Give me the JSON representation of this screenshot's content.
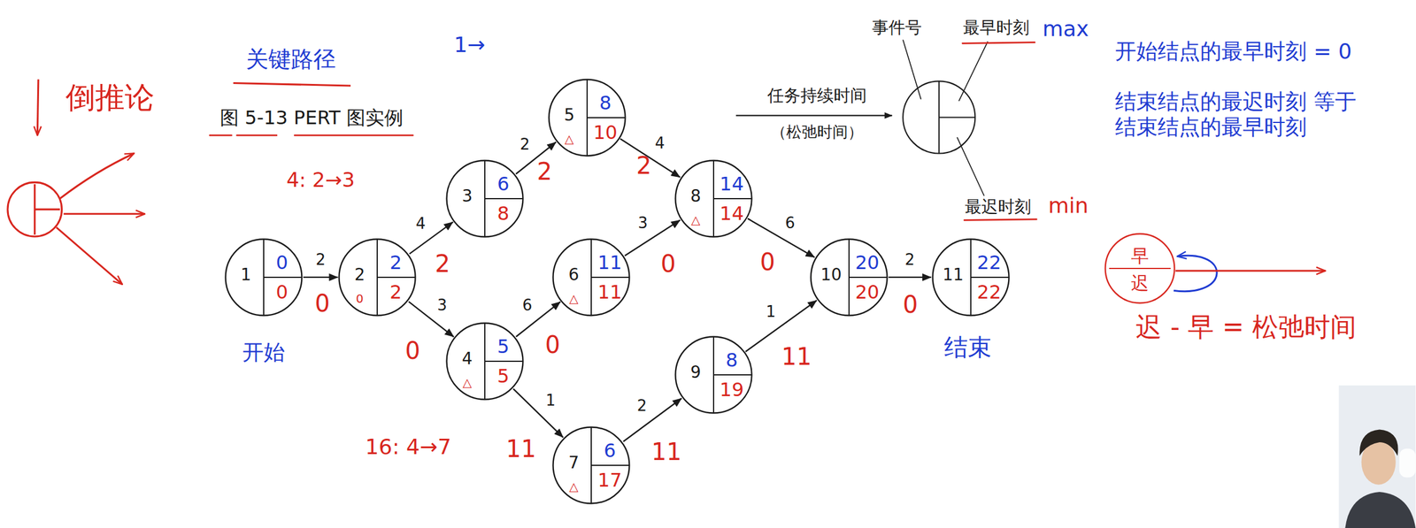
{
  "diagram": {
    "title": "图 5-13 PERT 图实例",
    "nodes": [
      {
        "text": [
          "1",
          "0",
          "0"
        ]
      },
      {
        "text": [
          "2",
          "2",
          "2",
          "0"
        ]
      },
      {
        "text": [
          "3",
          "6",
          "8"
        ]
      },
      {
        "text": [
          "4",
          "5",
          "5",
          "△"
        ]
      },
      {
        "text": [
          "5",
          "8",
          "10",
          "△"
        ]
      },
      {
        "text": [
          "6",
          "11",
          "11",
          "△"
        ]
      },
      {
        "text": [
          "7",
          "6",
          "17",
          "△"
        ]
      },
      {
        "text": [
          "8",
          "14",
          "14",
          "△"
        ]
      },
      {
        "text": [
          "9",
          "8",
          "19"
        ]
      },
      {
        "text": [
          "10",
          "20",
          "20"
        ]
      },
      {
        "text": [
          "11",
          "22",
          "22"
        ]
      },
      {
        "text": [
          "早",
          "迟"
        ]
      }
    ],
    "edges": [
      {
        "from": 0,
        "to": 1,
        "label": "2",
        "arrow": "to"
      },
      {
        "from": 1,
        "to": 2,
        "label": "4",
        "arrow": "to"
      },
      {
        "from": 1,
        "to": 3,
        "label": "3",
        "arrow": "to"
      },
      {
        "from": 2,
        "to": 4,
        "label": "2",
        "arrow": "to"
      },
      {
        "from": 4,
        "to": 7,
        "label": "4",
        "arrow": "to"
      },
      {
        "from": 3,
        "to": 5,
        "label": "6",
        "arrow": "to"
      },
      {
        "from": 5,
        "to": 7,
        "label": "3",
        "arrow": "to"
      },
      {
        "from": 3,
        "to": 6,
        "label": "1",
        "arrow": "to"
      },
      {
        "from": 6,
        "to": 8,
        "label": "2",
        "arrow": "to"
      },
      {
        "from": 7,
        "to": 9,
        "label": "6",
        "arrow": "to"
      },
      {
        "from": 8,
        "to": 9,
        "label": "1",
        "arrow": "to"
      },
      {
        "from": 9,
        "to": 10,
        "label": "2",
        "arrow": "to"
      }
    ],
    "labels": [
      "关键路径",
      "1→",
      "倒推论",
      "4: 2→3",
      "16: 4→7",
      "0",
      "2",
      "0",
      "2",
      "2",
      "0",
      "0",
      "0",
      "11",
      "11",
      "11",
      "0",
      "开始",
      "结束",
      "任务持续时间",
      "（松弛时间）",
      "事件号",
      "最早时刻",
      "最迟时刻",
      "max",
      "min",
      "开始结点的最早时刻 = 0",
      "结束结点的最迟时刻 等于 结束结点的最早时刻",
      "迟 - 早 = 松弛时间"
    ]
  }
}
